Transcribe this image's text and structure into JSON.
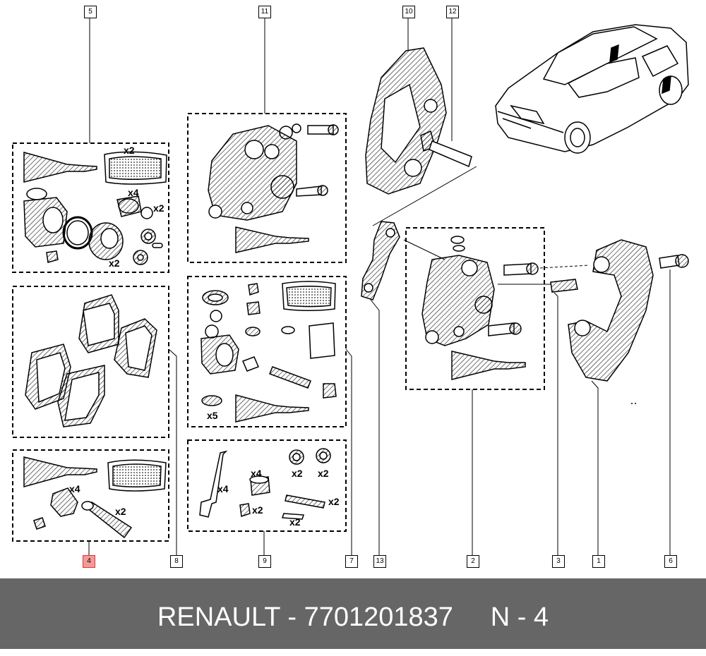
{
  "footer": {
    "brand": "RENAULT",
    "sep1": " - ",
    "part_number": "7701201837",
    "spacer": "     ",
    "suffix": "N - 4"
  },
  "highlight_color": "#f29a9a",
  "callouts": {
    "c1": "1",
    "c2": "2",
    "c3": "3",
    "c4": "4",
    "c5": "5",
    "c6": "6",
    "c7": "7",
    "c8": "8",
    "c9": "9",
    "c10": "10",
    "c11": "11",
    "c12": "12",
    "c13": "13"
  },
  "selected_callout": "4",
  "quantities": {
    "box5_x2_a": "x2",
    "box5_x4": "x4",
    "box5_x2_b": "x2",
    "box5_x2_c": "x2",
    "box4_x4": "x4",
    "box4_x2": "x2",
    "box7_x5": "x5",
    "box9_x4_a": "x4",
    "box9_x4_b": "x4",
    "box9_x2_a": "x2",
    "box9_x2_b": "x2",
    "box9_x2_c": "x2",
    "box9_x2_d": "x2",
    "box9_x2_e": "x2"
  }
}
